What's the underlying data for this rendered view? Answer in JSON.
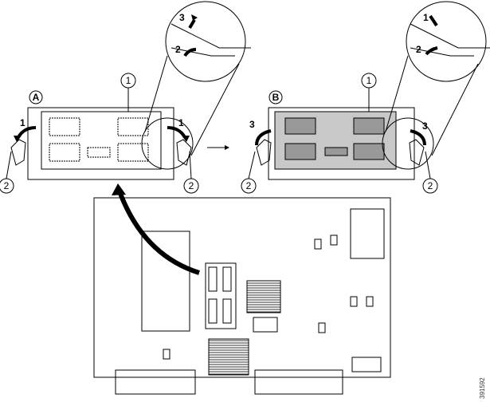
{
  "figure_id": "391592",
  "panels": [
    {
      "letter": "A",
      "module_callout": "1",
      "latch_callout": "2",
      "latch_step": "1",
      "zoom_steps": [
        "3",
        "2"
      ]
    },
    {
      "letter": "B",
      "module_callout": "1",
      "latch_callout": "2",
      "latch_step": "3",
      "zoom_steps": [
        "1",
        "2"
      ]
    }
  ],
  "colors": {
    "module_a": "#ffffff",
    "module_b": "#c8c8c8",
    "line": "#000000"
  }
}
